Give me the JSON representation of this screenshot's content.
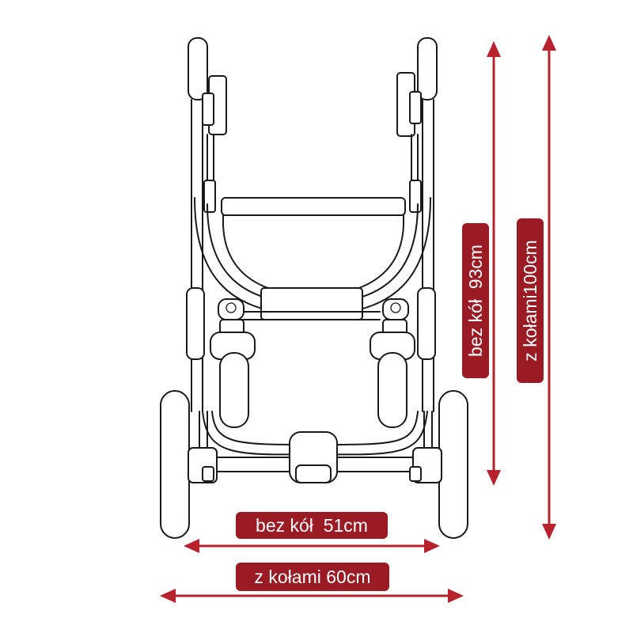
{
  "dimensions": {
    "width_no_wheels": "bez kół  51cm",
    "width_with_wheels": "z kołami 60cm",
    "height_no_wheels": "bez kół  93cm",
    "height_with_wheels": "z kołami100cm"
  },
  "colors": {
    "accent": "#b8222c",
    "label_background": "#9b1b24",
    "line_art": "#1a1a1a"
  }
}
